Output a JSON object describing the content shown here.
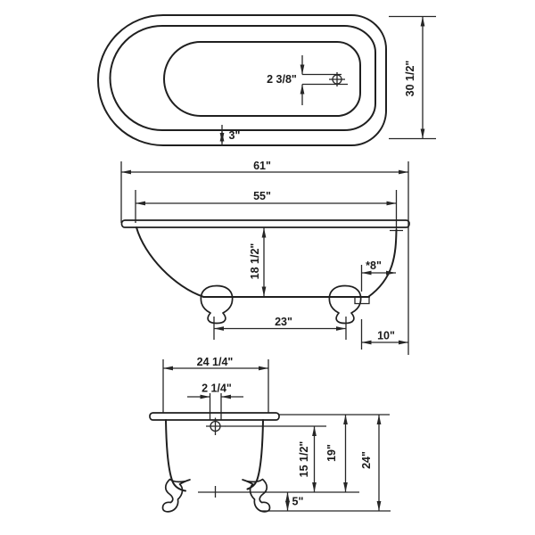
{
  "drawing": {
    "background_color": "#ffffff",
    "line_color": "#1f1f1f",
    "views": {
      "top": {
        "overall_width": "30 1/2\"",
        "drain_offset": "2 3/8\"",
        "rim_width": "3\""
      },
      "side": {
        "overall_length": "61\"",
        "deck_length": "55\"",
        "depth": "18 1/2\"",
        "drain_to_end": "*8\"",
        "foot_spacing": "23\"",
        "end_overhang": "10\""
      },
      "end": {
        "overall_width": "24 1/4\"",
        "faucet_drilling": "2 1/4\"",
        "bottom_to_drain": "15 1/2\"",
        "bottom_to_rim": "19\"",
        "overall_height": "24\"",
        "floor_clearance": "5\""
      }
    }
  }
}
